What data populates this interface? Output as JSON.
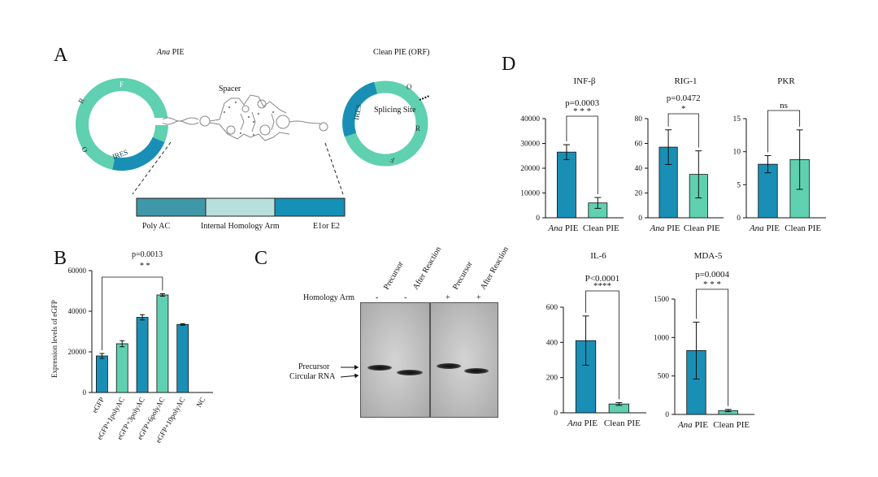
{
  "colors": {
    "blue": "#1a8fb5",
    "mint": "#5fd0b0",
    "teal_dark": "#127fa3",
    "seg1": "#3f98a8",
    "seg2": "#b9dfdd",
    "seg3": "#1590b6"
  },
  "panel_a": {
    "letter": "A",
    "title_left_italic": "Ana",
    "title_left_rest": " PIE",
    "title_right": "Clean PIE  (ORF)",
    "spacer_label": "Spacer",
    "splicing_label": "Splicing Site",
    "ring_left_letters": [
      "R",
      "F",
      "O"
    ],
    "ring_left_ires": "IRES",
    "ring_right_letters": [
      "O",
      "R",
      "F"
    ],
    "ring_right_ires": "IRES",
    "segments": [
      "Poly AC",
      "Internal Homology Arm",
      "E1or E2"
    ]
  },
  "panel_b": {
    "letter": "B",
    "pvalue": "p=0.0013",
    "stars": "* *",
    "ylabel": "Expression levels of eGFP",
    "yticks": [
      "0",
      "20000",
      "40000",
      "60000"
    ],
    "categories": [
      "eGFP",
      "eGFP+1polyAC",
      "eGFP+3polyAC",
      "eGFP+6polyAC",
      "eGFP+10polyAC",
      "NC"
    ]
  },
  "panel_c": {
    "letter": "C",
    "lane_labels": [
      "Precursor",
      "After Reaction",
      "Precursor",
      "After Reaction"
    ],
    "homology_label": "Homology Arm",
    "homology_signs": [
      "-",
      "-",
      "+",
      "+"
    ],
    "band_precursor": "Precursor",
    "band_circular": "Circular RNA"
  },
  "panel_d": {
    "letter": "D",
    "charts": [
      {
        "title": "INF-β",
        "pvalue": "p=0.0003",
        "stars": "* * *",
        "yticks": [
          "0",
          "10000",
          "20000",
          "30000",
          "40000"
        ]
      },
      {
        "title": "RIG-1",
        "pvalue": "p=0.0472",
        "stars": "*",
        "yticks": [
          "0",
          "20",
          "40",
          "60",
          "80"
        ]
      },
      {
        "title": "PKR",
        "pvalue": "",
        "stars": "ns",
        "yticks": [
          "0",
          "5",
          "10",
          "15"
        ]
      },
      {
        "title": "IL-6",
        "pvalue": "P<0.0001",
        "stars": "****",
        "yticks": [
          "0",
          "200",
          "400",
          "600"
        ]
      },
      {
        "title": "MDA-5",
        "pvalue": "p=0.0004",
        "stars": "* * *",
        "yticks": [
          "0",
          "500",
          "1000",
          "1500"
        ]
      }
    ],
    "xlabels": {
      "ana_italic": "Ana",
      "ana_rest": " PIE",
      "clean": "Clean PIE"
    }
  },
  "chart_data": [
    {
      "type": "bar",
      "title": "",
      "ylabel": "Expression levels of eGFP",
      "categories": [
        "eGFP",
        "eGFP+1polyAC",
        "eGFP+3polyAC",
        "eGFP+6polyAC",
        "eGFP+10polyAC",
        "NC"
      ],
      "values": [
        18000,
        24000,
        37000,
        48000,
        33500,
        0
      ],
      "errors": [
        1200,
        1500,
        1300,
        600,
        400,
        0
      ],
      "ylim": [
        0,
        60000
      ]
    },
    {
      "type": "bar",
      "title": "INF-β",
      "categories": [
        "Ana PIE",
        "Clean PIE"
      ],
      "values": [
        26500,
        6000
      ],
      "errors": [
        3000,
        2200
      ],
      "ylim": [
        0,
        40000
      ]
    },
    {
      "type": "bar",
      "title": "RIG-1",
      "categories": [
        "Ana PIE",
        "Clean PIE"
      ],
      "values": [
        57,
        35
      ],
      "errors": [
        14,
        19
      ],
      "ylim": [
        0,
        80
      ]
    },
    {
      "type": "bar",
      "title": "PKR",
      "categories": [
        "Ana PIE",
        "Clean PIE"
      ],
      "values": [
        8.1,
        8.8
      ],
      "errors": [
        1.3,
        4.5
      ],
      "ylim": [
        0,
        15
      ]
    },
    {
      "type": "bar",
      "title": "IL-6",
      "categories": [
        "Ana PIE",
        "Clean PIE"
      ],
      "values": [
        410,
        50
      ],
      "errors": [
        140,
        8
      ],
      "ylim": [
        0,
        600
      ]
    },
    {
      "type": "bar",
      "title": "MDA-5",
      "categories": [
        "Ana PIE",
        "Clean PIE"
      ],
      "values": [
        830,
        50
      ],
      "errors": [
        370,
        15
      ],
      "ylim": [
        0,
        1500
      ]
    }
  ]
}
